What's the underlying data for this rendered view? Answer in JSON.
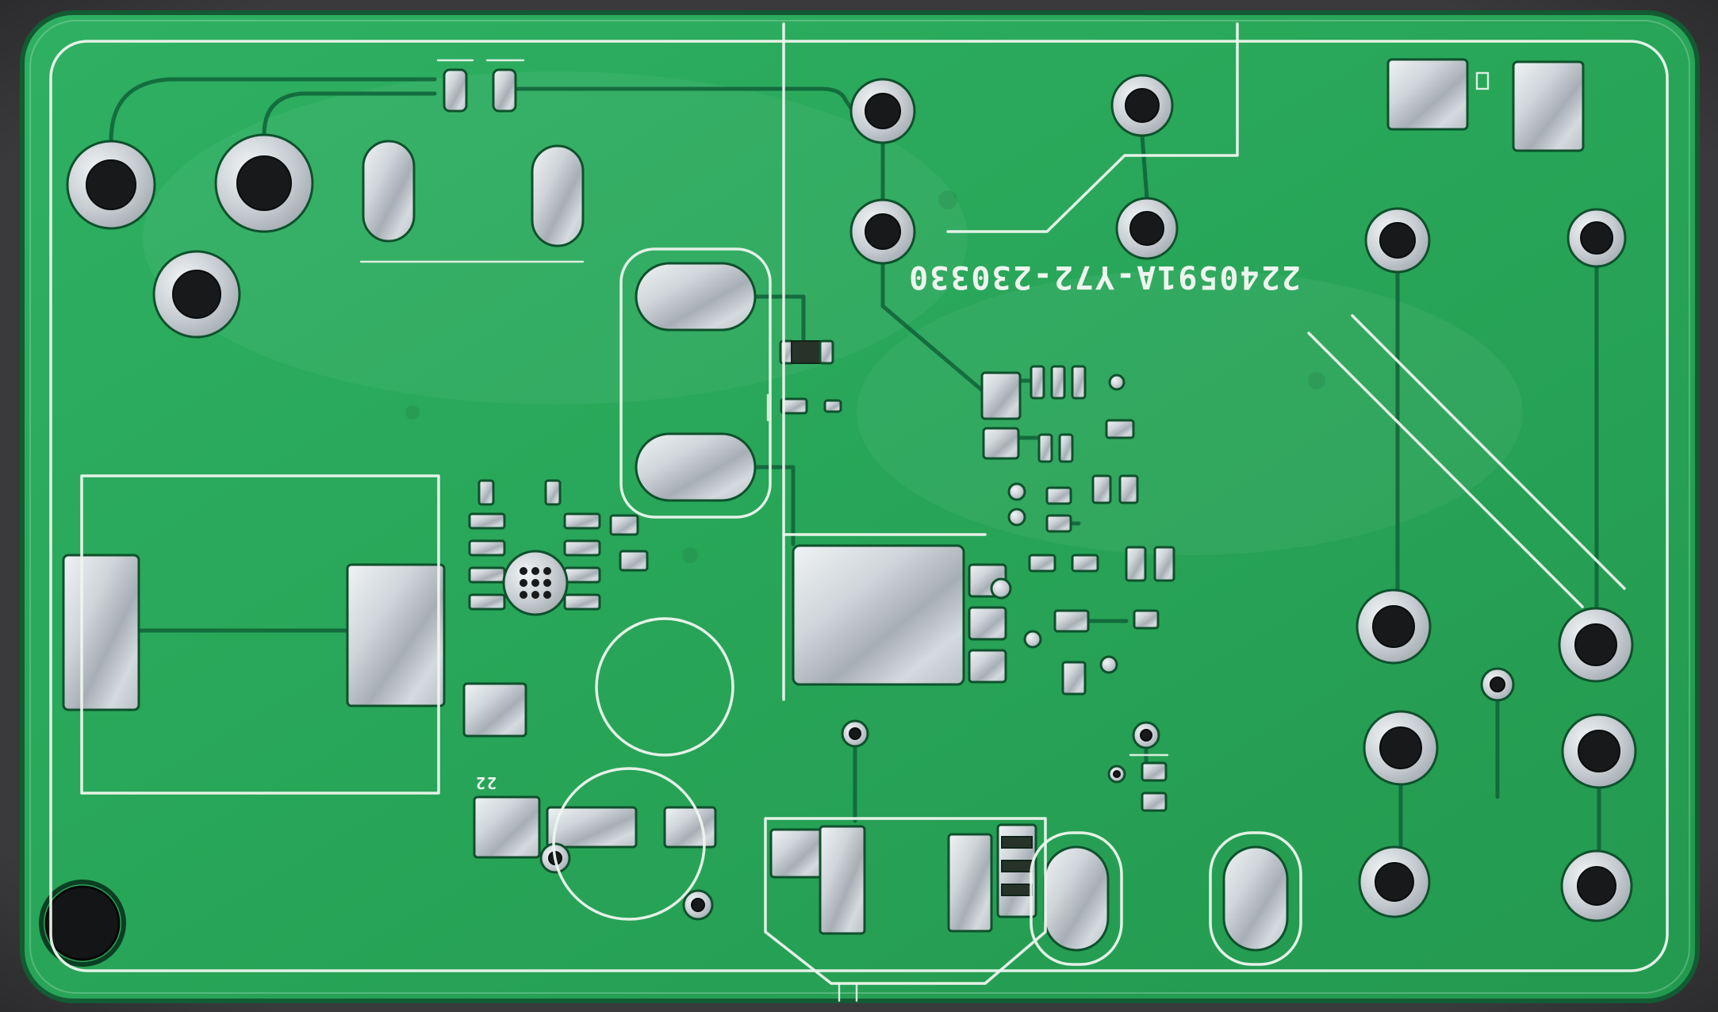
{
  "scene": {
    "type": "photograph",
    "subject": "bare green printed circuit board photographed on a dark gray surface"
  },
  "board": {
    "silkscreen_label": "2240591A-Y72-230330",
    "small_label": "22"
  },
  "colors": {
    "backdrop": "#3a3a3c",
    "board_green": "#28a558",
    "board_green_dark": "#23994f",
    "board_edge_dark": "#135c33",
    "silkscreen_white": "#eef5ee",
    "pad_silver_light": "#f0f3f5",
    "pad_silver": "#c3c9ce",
    "pad_silver_dark": "#8e959c",
    "drill_hole": "#17191a",
    "trace_outline": "#11663a"
  }
}
